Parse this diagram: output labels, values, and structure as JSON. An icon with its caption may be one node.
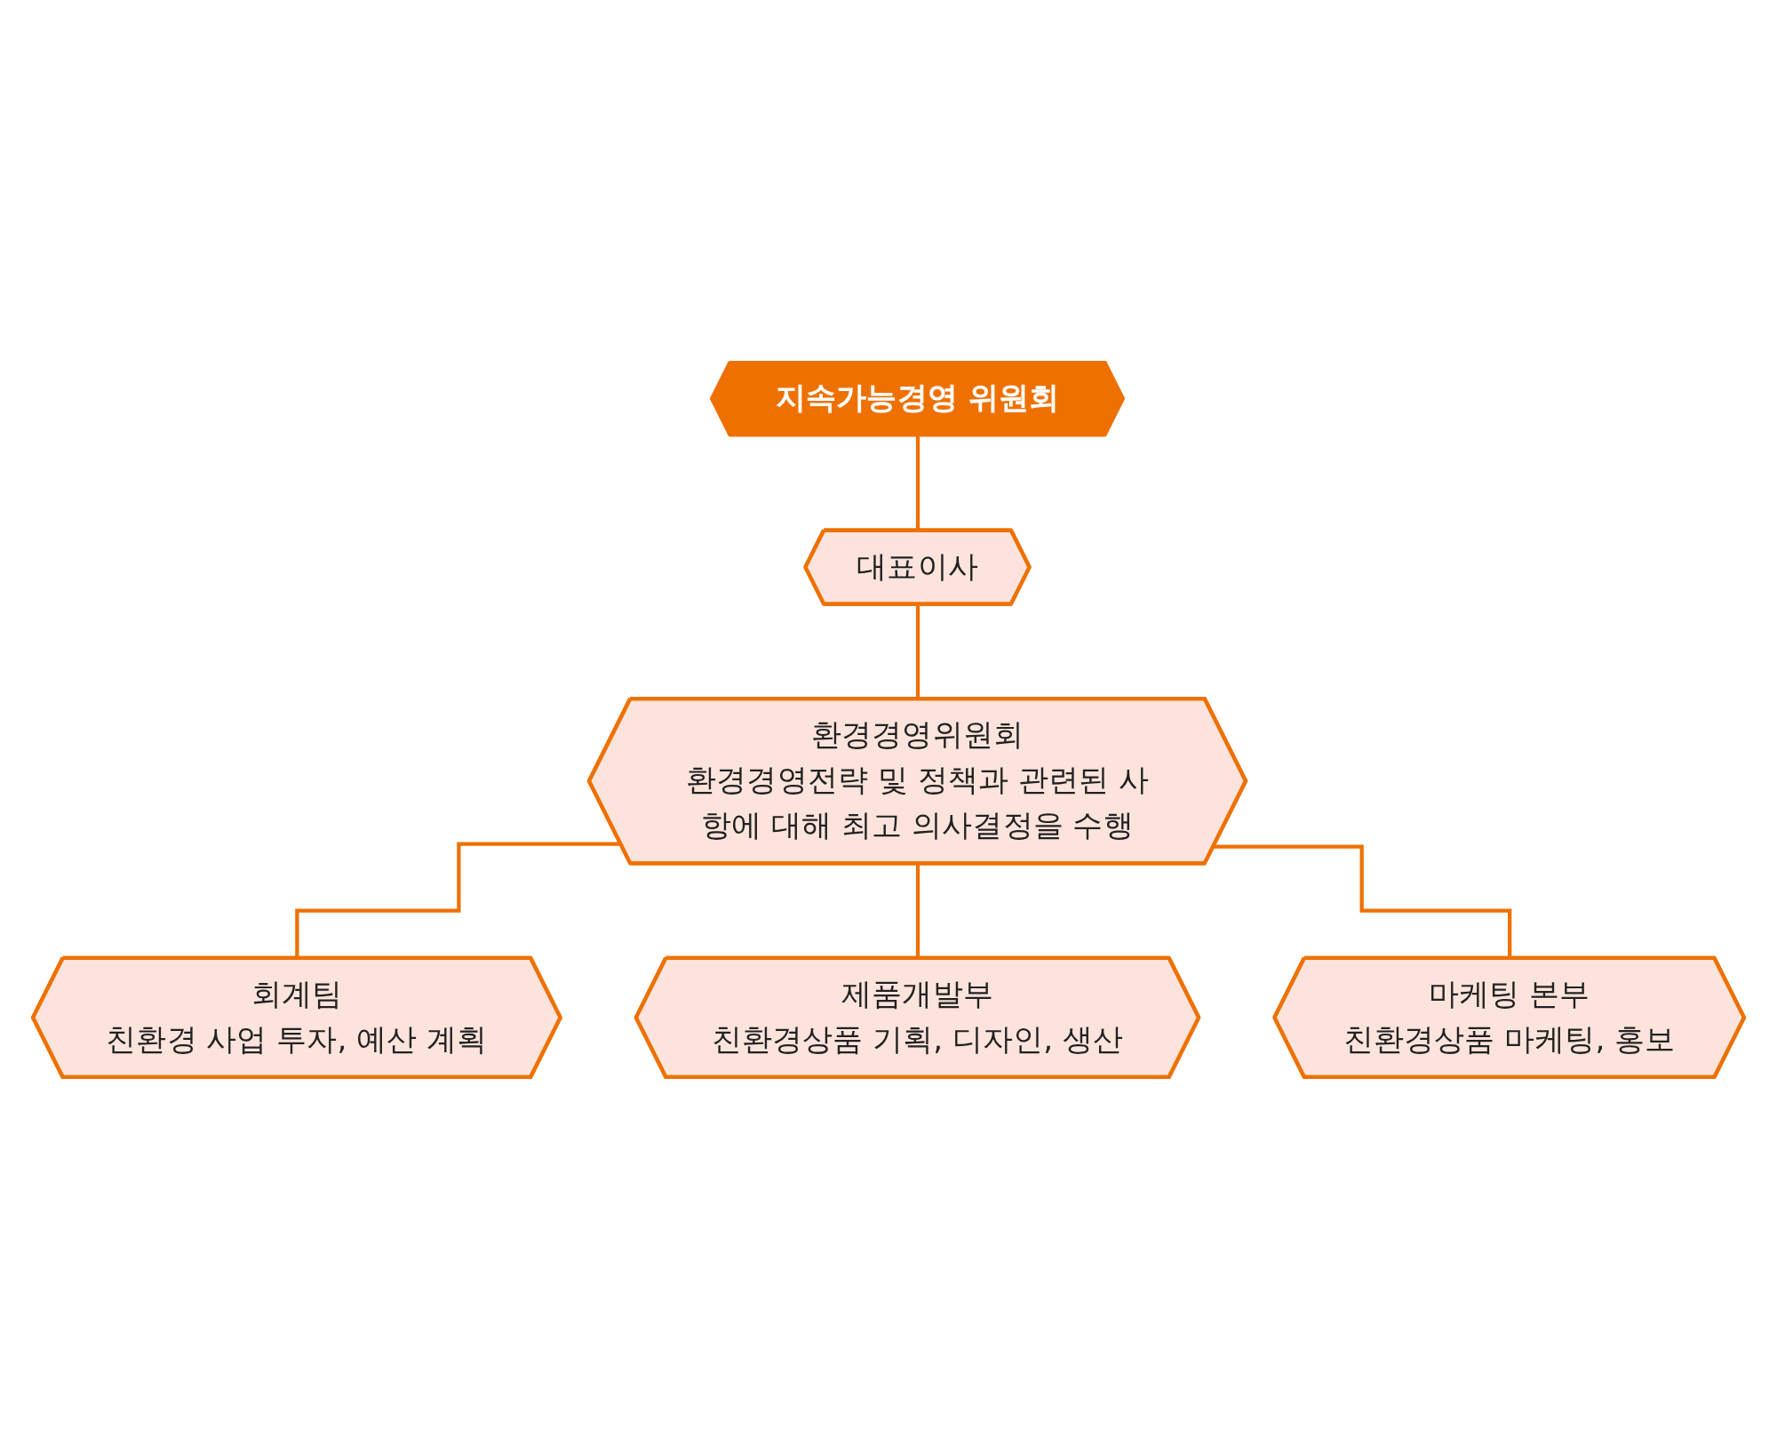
{
  "diagram": {
    "nodes": [
      {
        "text": [
          "지속가능경영 위원회"
        ]
      },
      {
        "text": [
          "대표이사"
        ]
      },
      {
        "text": [
          "환경경영위원회",
          "환경경영전략 및 정책과 관련된 사항에 대해 최고 의사결정을 수행"
        ]
      },
      {
        "text": [
          "회계팀",
          "친환경 사업 투자, 예산 계획"
        ]
      },
      {
        "text": [
          "제품개발부",
          "친환경상품 기획, 디자인, 생산"
        ]
      },
      {
        "text": [
          "마케팅 본부",
          "친환경상품 마케팅, 홍보"
        ]
      }
    ],
    "edges": [
      {
        "from": 0,
        "to": 1,
        "arrow": "none"
      },
      {
        "from": 1,
        "to": 2,
        "arrow": "none"
      },
      {
        "from": 2,
        "to": 3,
        "arrow": "none"
      },
      {
        "from": 2,
        "to": 4,
        "arrow": "none"
      },
      {
        "from": 2,
        "to": 5,
        "arrow": "none"
      }
    ]
  }
}
